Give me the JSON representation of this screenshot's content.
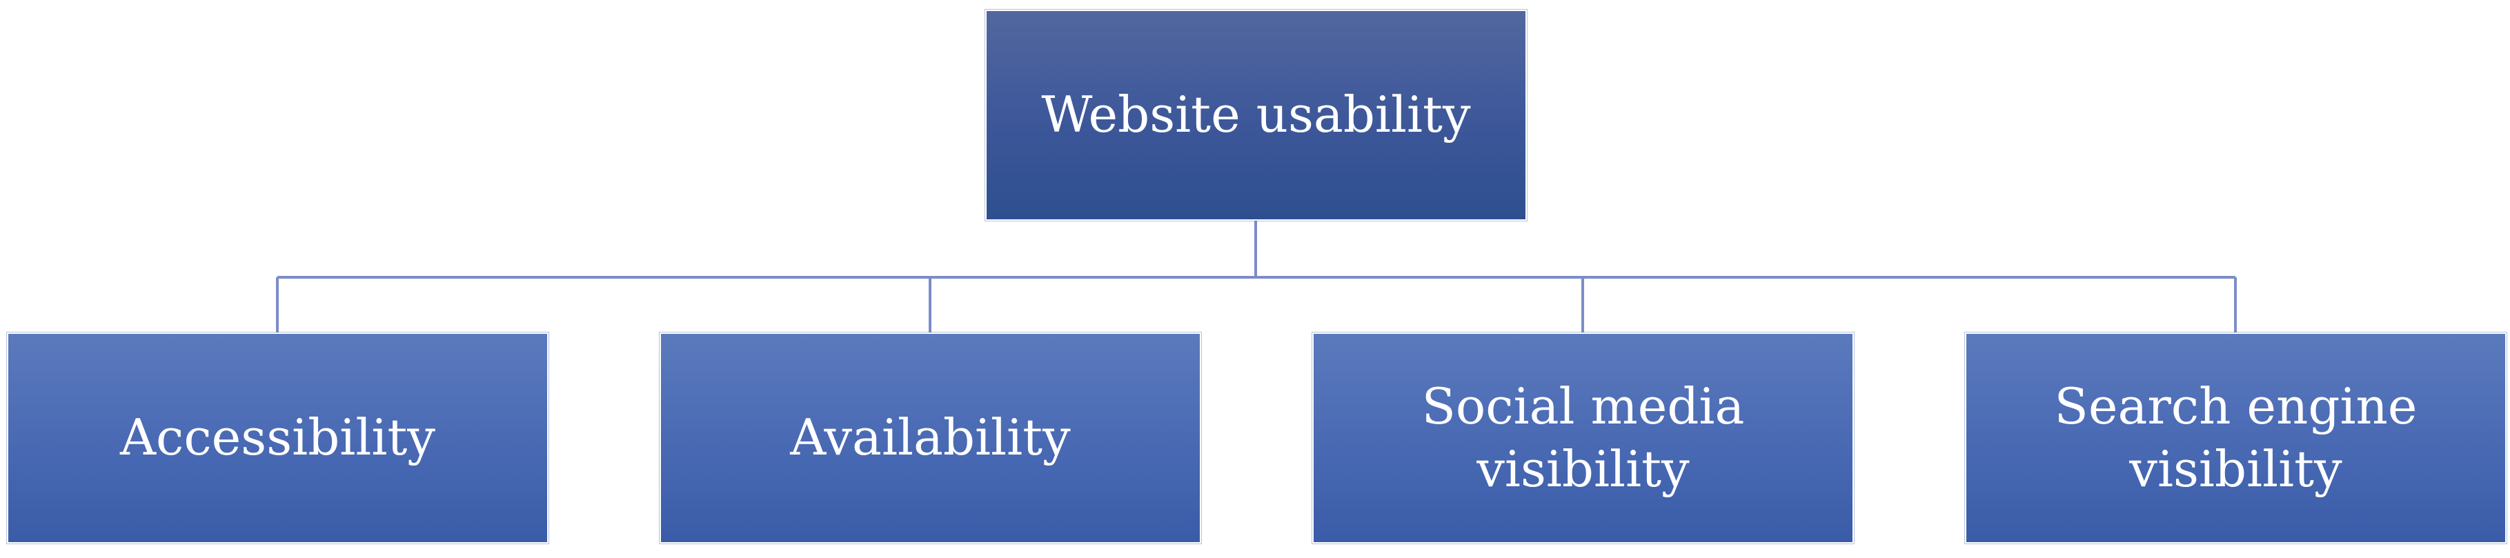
{
  "root": {
    "label": "Website usability"
  },
  "children": [
    {
      "label": "Accessibility"
    },
    {
      "label": "Availability"
    },
    {
      "label": "Social media\nvisibility"
    },
    {
      "label": "Search engine\nvisibility"
    }
  ],
  "colors": {
    "root_fill": "#3e589a",
    "child_fill": "#4a6ab4",
    "connector": "#7b8cc8",
    "text": "#ffffff"
  }
}
